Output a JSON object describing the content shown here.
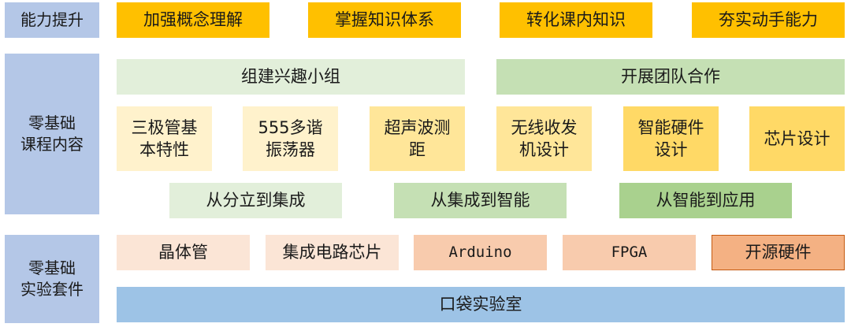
{
  "categories": {
    "ability": "能力提升",
    "course": "零基础\n课程内容",
    "kit": "零基础\n实验套件"
  },
  "ability_items": [
    "加强概念理解",
    "掌握知识体系",
    "转化课内知识",
    "夯实动手能力"
  ],
  "course": {
    "groups": [
      "组建兴趣小组",
      "开展团队合作"
    ],
    "topics": [
      "三极管基\n本特性",
      "555多谐\n振荡器",
      "超声波测\n距",
      "无线收发\n机设计",
      "智能硬件\n设计",
      "芯片设计"
    ],
    "progressions": [
      "从分立到集成",
      "从集成到智能",
      "从智能到应用"
    ]
  },
  "kit": {
    "items": [
      "晶体管",
      "集成电路芯片",
      "Arduino",
      "FPGA",
      "开源硬件"
    ],
    "platform": "口袋实验室"
  },
  "colors": {
    "category_bg": "#b4c7e7",
    "ability_bg": "#ffc000",
    "platform_bg": "#9dc3e6"
  }
}
